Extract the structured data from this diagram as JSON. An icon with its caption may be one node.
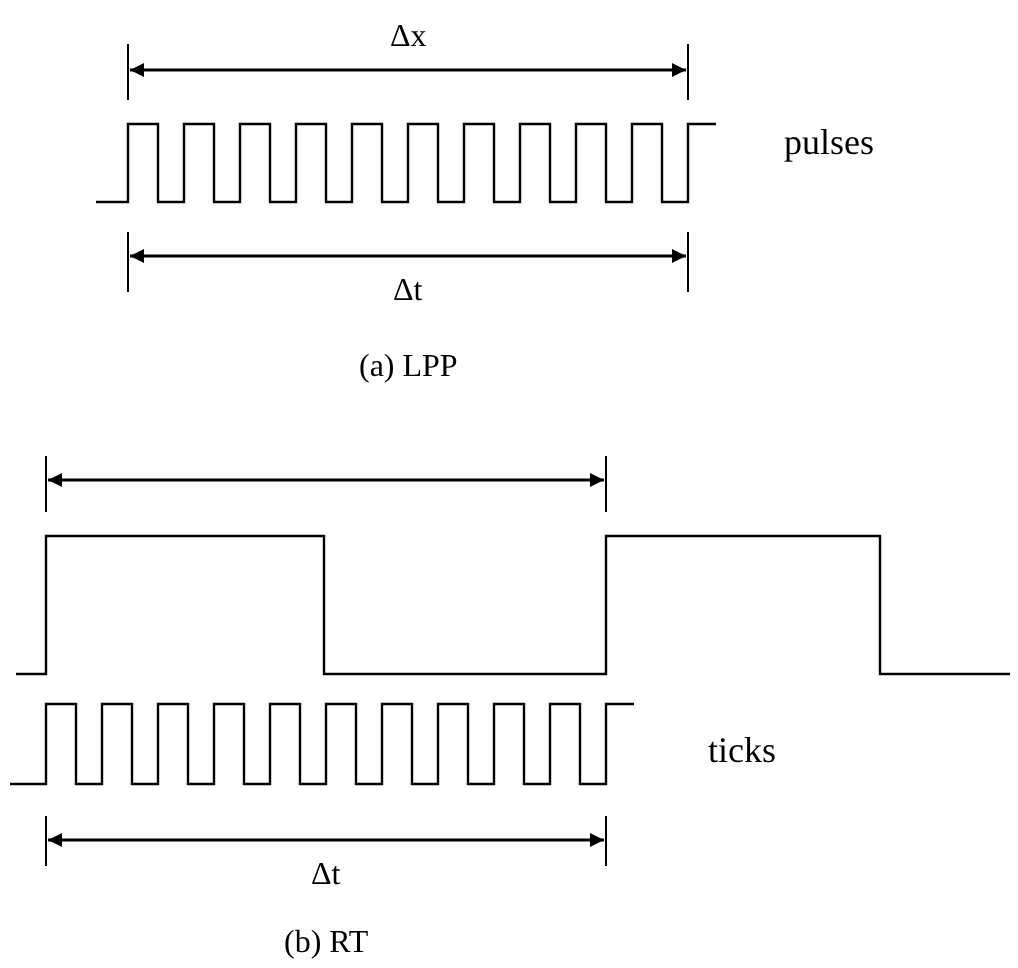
{
  "diagram": {
    "labels": [
      "Δx",
      "pulses",
      "Δt",
      "(a) LPP",
      "ticks",
      "Δt",
      "(b) RT"
    ]
  }
}
